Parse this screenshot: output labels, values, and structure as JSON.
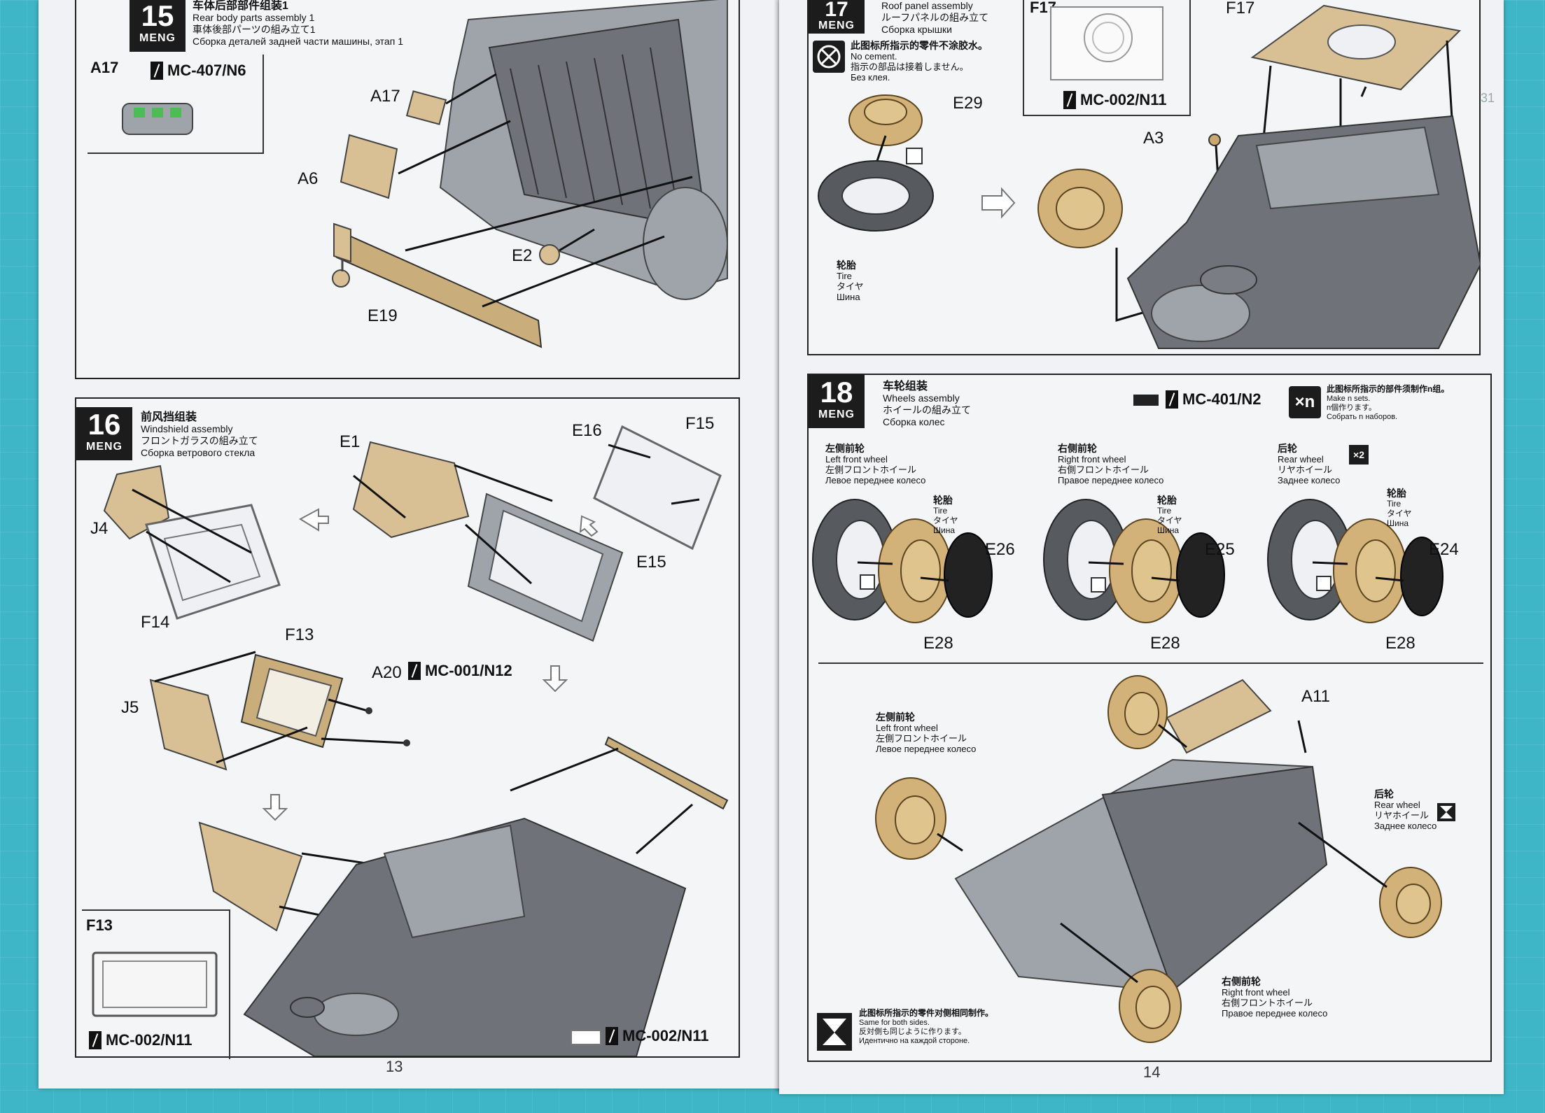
{
  "left_page": {
    "page_number": "13",
    "step15": {
      "number": "15",
      "brand": "MENG",
      "title_zh": "车体后部部件组装1",
      "title_en": "Rear body parts assembly 1",
      "title_jp": "車体後部パーツの組み立て1",
      "title_ru": "Сборка деталей задней части машины, этап 1",
      "inset_label": "A17",
      "inset_paint": "MC-407/N6",
      "labels": [
        "A17",
        "A6",
        "E2",
        "E19"
      ]
    },
    "step16": {
      "number": "16",
      "brand": "MENG",
      "title_zh": "前风挡组装",
      "title_en": "Windshield assembly",
      "title_jp": "フロントガラスの組み立て",
      "title_ru": "Сборка ветрового стекла",
      "labels": [
        "E1",
        "E16",
        "F15",
        "J4",
        "F14",
        "E15",
        "F13",
        "A20",
        "J5"
      ],
      "a20_paint": "MC-001/N12",
      "inset_label": "F13",
      "inset_paint": "MC-002/N11",
      "bottom_paint": "MC-002/N11"
    }
  },
  "right_page": {
    "page_number": "14",
    "side_number": "31",
    "step17": {
      "number": "17",
      "brand": "MENG",
      "title_en": "Roof panel assembly",
      "title_jp": "ルーフパネルの組み立て",
      "title_ru": "Сборка крышки",
      "no_cement_zh": "此图标所指示的零件不涂胶水。",
      "no_cement_en": "No cement.",
      "no_cement_jp": "指示の部品は接着しません。",
      "no_cement_ru": "Без клея.",
      "inset_label": "F17",
      "inset_paint": "MC-002/N11",
      "labels": [
        "E29",
        "F17",
        "A3"
      ],
      "tire_zh": "轮胎",
      "tire_en": "Tire",
      "tire_jp": "タイヤ",
      "tire_ru": "Шина"
    },
    "step18": {
      "number": "18",
      "brand": "MENG",
      "title_zh": "车轮组装",
      "title_en": "Wheels assembly",
      "title_jp": "ホイールの組み立て",
      "title_ru": "Сборка колес",
      "paint": "MC-401/N2",
      "xn_zh": "此图标所指示的部件须制作n组。",
      "xn_en": "Make n sets.",
      "xn_jp": "n個作ります。",
      "xn_ru": "Собрать n наборов.",
      "xn_icon": "×n",
      "groups": [
        {
          "zh": "左侧前轮",
          "en": "Left front wheel",
          "jp": "左側フロントホイール",
          "ru": "Левое переднее колесо",
          "hub": "E26",
          "rim": "E28"
        },
        {
          "zh": "右侧前轮",
          "en": "Right front wheel",
          "jp": "右側フロントホイール",
          "ru": "Правое переднее колесо",
          "hub": "E25",
          "rim": "E28"
        },
        {
          "zh": "后轮",
          "en": "Rear wheel",
          "jp": "リヤホイール",
          "ru": "Заднее колесо",
          "hub": "E24",
          "rim": "E28",
          "mult": "×2"
        }
      ],
      "tire_zh": "轮胎",
      "tire_en": "Tire",
      "tire_jp": "タイヤ",
      "tire_ru": "Шина",
      "lower_labels": {
        "left_front": {
          "zh": "左侧前轮",
          "en": "Left front wheel",
          "jp": "左側フロントホイール",
          "ru": "Левое переднее колесо"
        },
        "right_front": {
          "zh": "右侧前轮",
          "en": "Right front wheel",
          "jp": "右側フロントホイール",
          "ru": "Правое переднее колесо"
        },
        "rear": {
          "zh": "后轮",
          "en": "Rear wheel",
          "jp": "リヤホイール",
          "ru": "Заднее колесо"
        },
        "a11": "A11"
      },
      "both_sides_zh": "此图标所指示的零件对侧相同制作。",
      "both_sides_en": "Same for both sides.",
      "both_sides_jp": "反対側も同じように作ります。",
      "both_sides_ru": "Идентично на каждой стороне."
    }
  },
  "colors": {
    "mat": "#3fb6c8",
    "paper": "#f1f2f5",
    "tan_part": "#d8bf94",
    "grey_part": "#6f7279",
    "badge": "#1c1c1c"
  }
}
